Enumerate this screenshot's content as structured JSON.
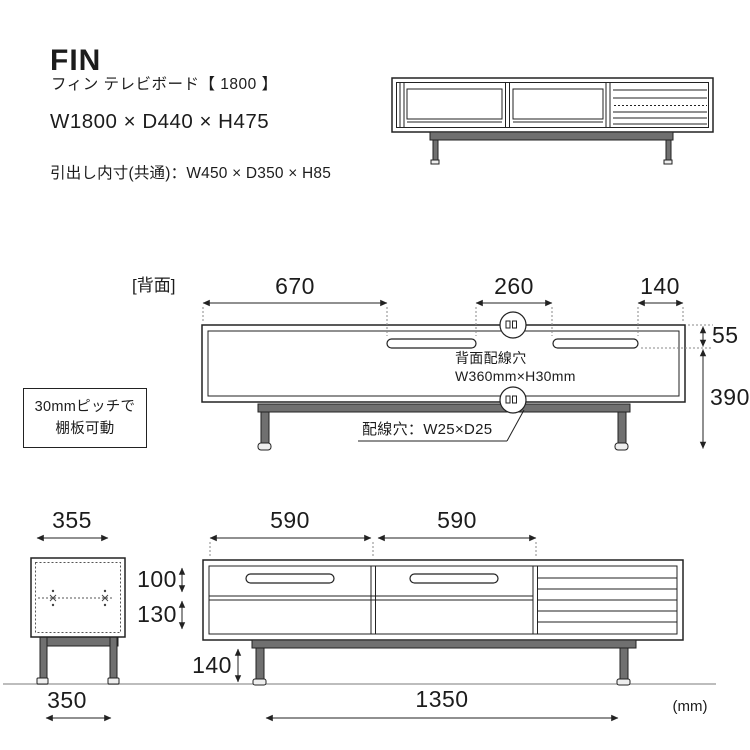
{
  "header": {
    "title": "FIN",
    "subtitle": "フィン テレビボード【 1800 】",
    "overall_size": "W1800 × D440 × H475",
    "drawer_inner": "引出し内寸(共通)：W450 × D350 × H85"
  },
  "back_view": {
    "label": "[背面]",
    "dim_670": "670",
    "dim_260": "260",
    "dim_140": "140",
    "dim_55": "55",
    "dim_390": "390",
    "back_hole_label_1": "背面配線穴",
    "back_hole_label_2": "W360mm×H30mm",
    "bottom_hole_label": "配線穴：W25×D25",
    "shelf_note_1": "30mmピッチで",
    "shelf_note_2": "棚板可動"
  },
  "side_view": {
    "dim_355": "355",
    "dim_350": "350"
  },
  "front_view": {
    "dim_590_left": "590",
    "dim_590_right": "590",
    "dim_100": "100",
    "dim_130": "130",
    "dim_140": "140",
    "dim_1350": "1350"
  },
  "unit": "(mm)",
  "colors": {
    "line": "#222222",
    "frame_gray": "#707070",
    "ground": "#bdbdbd"
  }
}
